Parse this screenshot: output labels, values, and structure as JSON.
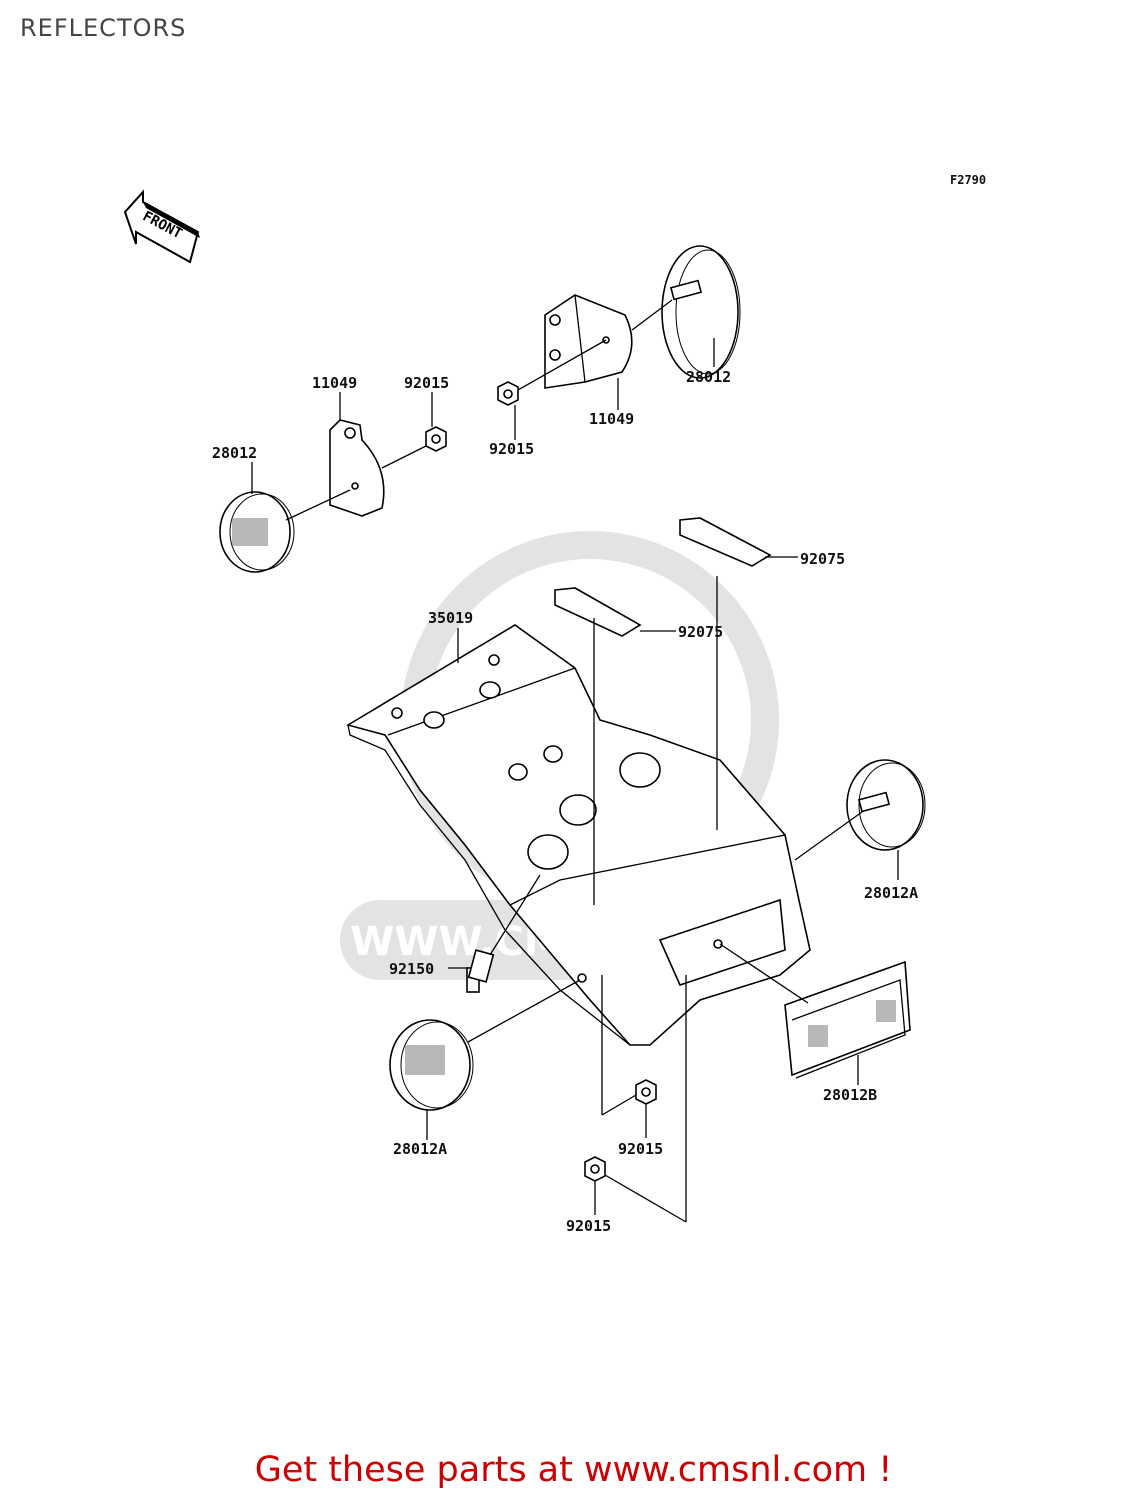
{
  "page_title": "REFLECTORS",
  "figure_code": "F2790",
  "front_label": "FRONT",
  "watermark": "WWW.CMSNL.COM",
  "call_to_action": "Get these parts at www.cmsnl.com !",
  "callouts": {
    "bracket_left": "11049",
    "nut_left": "92015",
    "reflector_left": "28012",
    "nut_center": "92015",
    "bracket_right": "11049",
    "reflector_right": "28012",
    "pad_upper": "92075",
    "pad_lower": "92075",
    "fender": "35019",
    "side_reflector_right": "28012A",
    "bolt": "92150",
    "rear_reflector": "28012B",
    "side_reflector_left": "28012A",
    "nut_lower_a": "92015",
    "nut_lower_b": "92015"
  }
}
